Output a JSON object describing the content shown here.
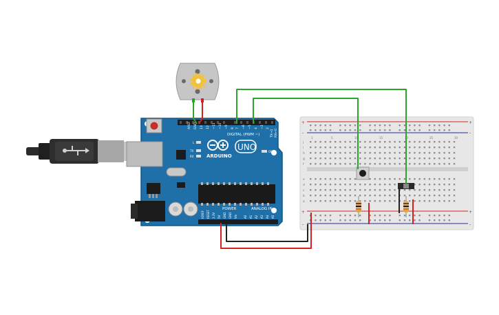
{
  "board": {
    "aref_label": "AREF",
    "gnd_label": "GND",
    "digital_pins": [
      "13",
      "12",
      "~11",
      "~10",
      "~9",
      "8",
      "7",
      "~6",
      "~5",
      "4",
      "~3",
      "2",
      "TX→1",
      "RX←0"
    ],
    "digital_caption": "DIGITAL (PWM ~)",
    "brand": "ARDUINO",
    "model": "UNO",
    "led_l": "L",
    "led_tx": "TX",
    "led_rx": "RX",
    "on_label": "ON",
    "power_caption": "POWER",
    "analog_caption": "ANALOG IN",
    "power_pins": [
      "IOREF",
      "RESET",
      "3.3V",
      "5V",
      "GND",
      "GND",
      "Vin"
    ],
    "analog_pins": [
      "A0",
      "A1",
      "A2",
      "A3",
      "A4",
      "A5"
    ]
  },
  "breadboard": {
    "column_numbers": [
      "1",
      "5",
      "10",
      "15",
      "20",
      "25",
      "30"
    ],
    "row_letters_top": [
      "j",
      "i",
      "h",
      "g",
      "f"
    ],
    "row_letters_bottom": [
      "e",
      "d",
      "c",
      "b",
      "a"
    ],
    "rail_plus": "+",
    "rail_minus": "-"
  },
  "colors": {
    "board": "#1f6fa8",
    "board_dark": "#155783",
    "wire_green": "#2aa52a",
    "wire_red": "#d42020",
    "wire_black": "#222222",
    "breadboard": "#e7e7e7"
  },
  "components": {
    "motor": "dc-motor",
    "button": "pushbutton",
    "switch": "slide-switch",
    "resistors": 2,
    "usb": "usb-cable"
  }
}
